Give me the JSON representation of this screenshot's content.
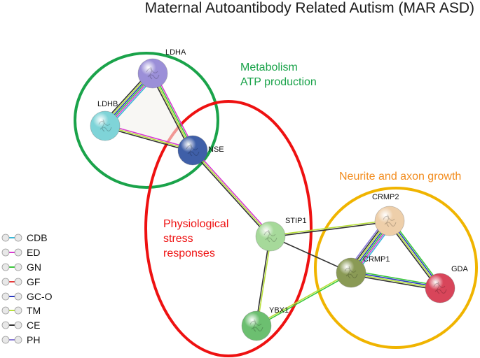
{
  "title": "Maternal Autoantibody Related Autism (MAR ASD)",
  "groups": [
    {
      "id": "metabolism",
      "lines": [
        "Metabolism",
        "ATP production"
      ],
      "color": "#1aa34a"
    },
    {
      "id": "stress",
      "lines": [
        "Physiological",
        "stress",
        "responses"
      ],
      "color": "#ee1111"
    },
    {
      "id": "neurite",
      "lines": [
        "Neurite and axon growth"
      ],
      "color": "#f0b400"
    }
  ],
  "nodes": [
    {
      "id": "ldha",
      "label": "LDHA",
      "color": "#9b8fd8"
    },
    {
      "id": "ldhb",
      "label": "LDHB",
      "color": "#7fd4d8"
    },
    {
      "id": "nse",
      "label": "NSE",
      "color": "#3f5fa8"
    },
    {
      "id": "stip1",
      "label": "STIP1",
      "color": "#a6d99a"
    },
    {
      "id": "crmp2",
      "label": "CRMP2",
      "color": "#eecfaa"
    },
    {
      "id": "crmp1",
      "label": "CRMP1",
      "color": "#8a9a55"
    },
    {
      "id": "gda",
      "label": "GDA",
      "color": "#d8455a"
    },
    {
      "id": "ybx1",
      "label": "YBX1",
      "color": "#6cbf70"
    }
  ],
  "edges": [
    {
      "from": "ldha",
      "to": "ldhb",
      "types": [
        "CDB",
        "ED",
        "GN",
        "GC-O",
        "TM",
        "CE"
      ]
    },
    {
      "from": "ldha",
      "to": "nse",
      "types": [
        "ED",
        "GN",
        "TM",
        "CE"
      ]
    },
    {
      "from": "ldhb",
      "to": "nse",
      "types": [
        "ED",
        "TM",
        "CE"
      ]
    },
    {
      "from": "nse",
      "to": "stip1",
      "types": [
        "ED",
        "TM",
        "CE"
      ]
    },
    {
      "from": "stip1",
      "to": "crmp2",
      "types": [
        "TM",
        "CE"
      ]
    },
    {
      "from": "stip1",
      "to": "crmp1",
      "types": [
        "CE"
      ]
    },
    {
      "from": "stip1",
      "to": "ybx1",
      "types": [
        "TM",
        "CE"
      ]
    },
    {
      "from": "crmp2",
      "to": "crmp1",
      "types": [
        "CDB",
        "ED",
        "GN",
        "GC-O",
        "TM",
        "CE",
        "PH"
      ]
    },
    {
      "from": "crmp2",
      "to": "gda",
      "types": [
        "GN",
        "GC-O",
        "TM",
        "CE"
      ]
    },
    {
      "from": "crmp1",
      "to": "gda",
      "types": [
        "GN",
        "GC-O",
        "TM",
        "CE"
      ]
    },
    {
      "from": "crmp1",
      "to": "ybx1",
      "types": [
        "GN",
        "TM"
      ]
    }
  ],
  "legend": [
    {
      "code": "CDB",
      "color": "#3ab8d8"
    },
    {
      "code": "ED",
      "color": "#d83ad0"
    },
    {
      "code": "GN",
      "color": "#3ac83a"
    },
    {
      "code": "GF",
      "color": "#e83a3a"
    },
    {
      "code": "GC-O",
      "color": "#2a3ac0"
    },
    {
      "code": "TM",
      "color": "#b8e03a"
    },
    {
      "code": "CE",
      "color": "#333333"
    },
    {
      "code": "PH",
      "color": "#8a7ad8"
    }
  ]
}
